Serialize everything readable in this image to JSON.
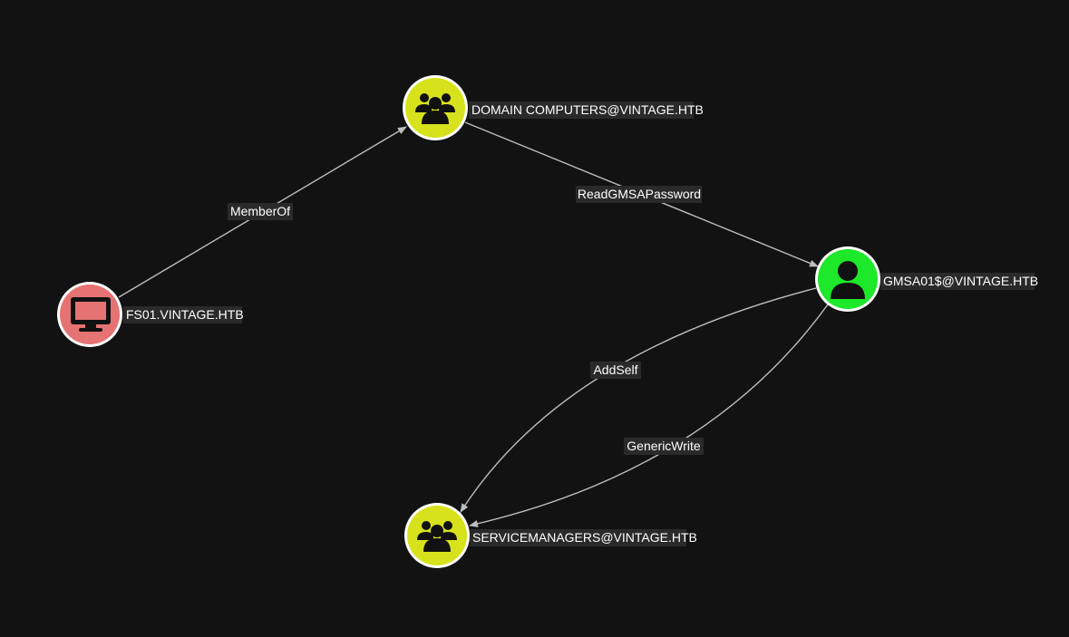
{
  "colors": {
    "background": "#121212",
    "computer_node": "#e57373",
    "group_node": "#d7e21c",
    "user_node": "#1de82a",
    "edge": "#bdbdbd",
    "label_background": "#2a2a2a",
    "label_text": "#ffffff"
  },
  "nodes": [
    {
      "id": "fs01",
      "label": "FS01.VINTAGE.HTB",
      "type": "computer",
      "icon": "computer-icon"
    },
    {
      "id": "domain_computers",
      "label": "DOMAIN COMPUTERS@VINTAGE.HTB",
      "type": "group",
      "icon": "group-icon"
    },
    {
      "id": "gmsa01",
      "label": "GMSA01$@VINTAGE.HTB",
      "type": "user",
      "icon": "user-icon"
    },
    {
      "id": "servicemanagers",
      "label": "SERVICEMANAGERS@VINTAGE.HTB",
      "type": "group",
      "icon": "group-icon"
    }
  ],
  "edges": [
    {
      "from": "fs01",
      "to": "domain_computers",
      "label": "MemberOf"
    },
    {
      "from": "domain_computers",
      "to": "gmsa01",
      "label": "ReadGMSAPassword"
    },
    {
      "from": "gmsa01",
      "to": "servicemanagers",
      "label": "AddSelf"
    },
    {
      "from": "gmsa01",
      "to": "servicemanagers",
      "label": "GenericWrite"
    }
  ]
}
